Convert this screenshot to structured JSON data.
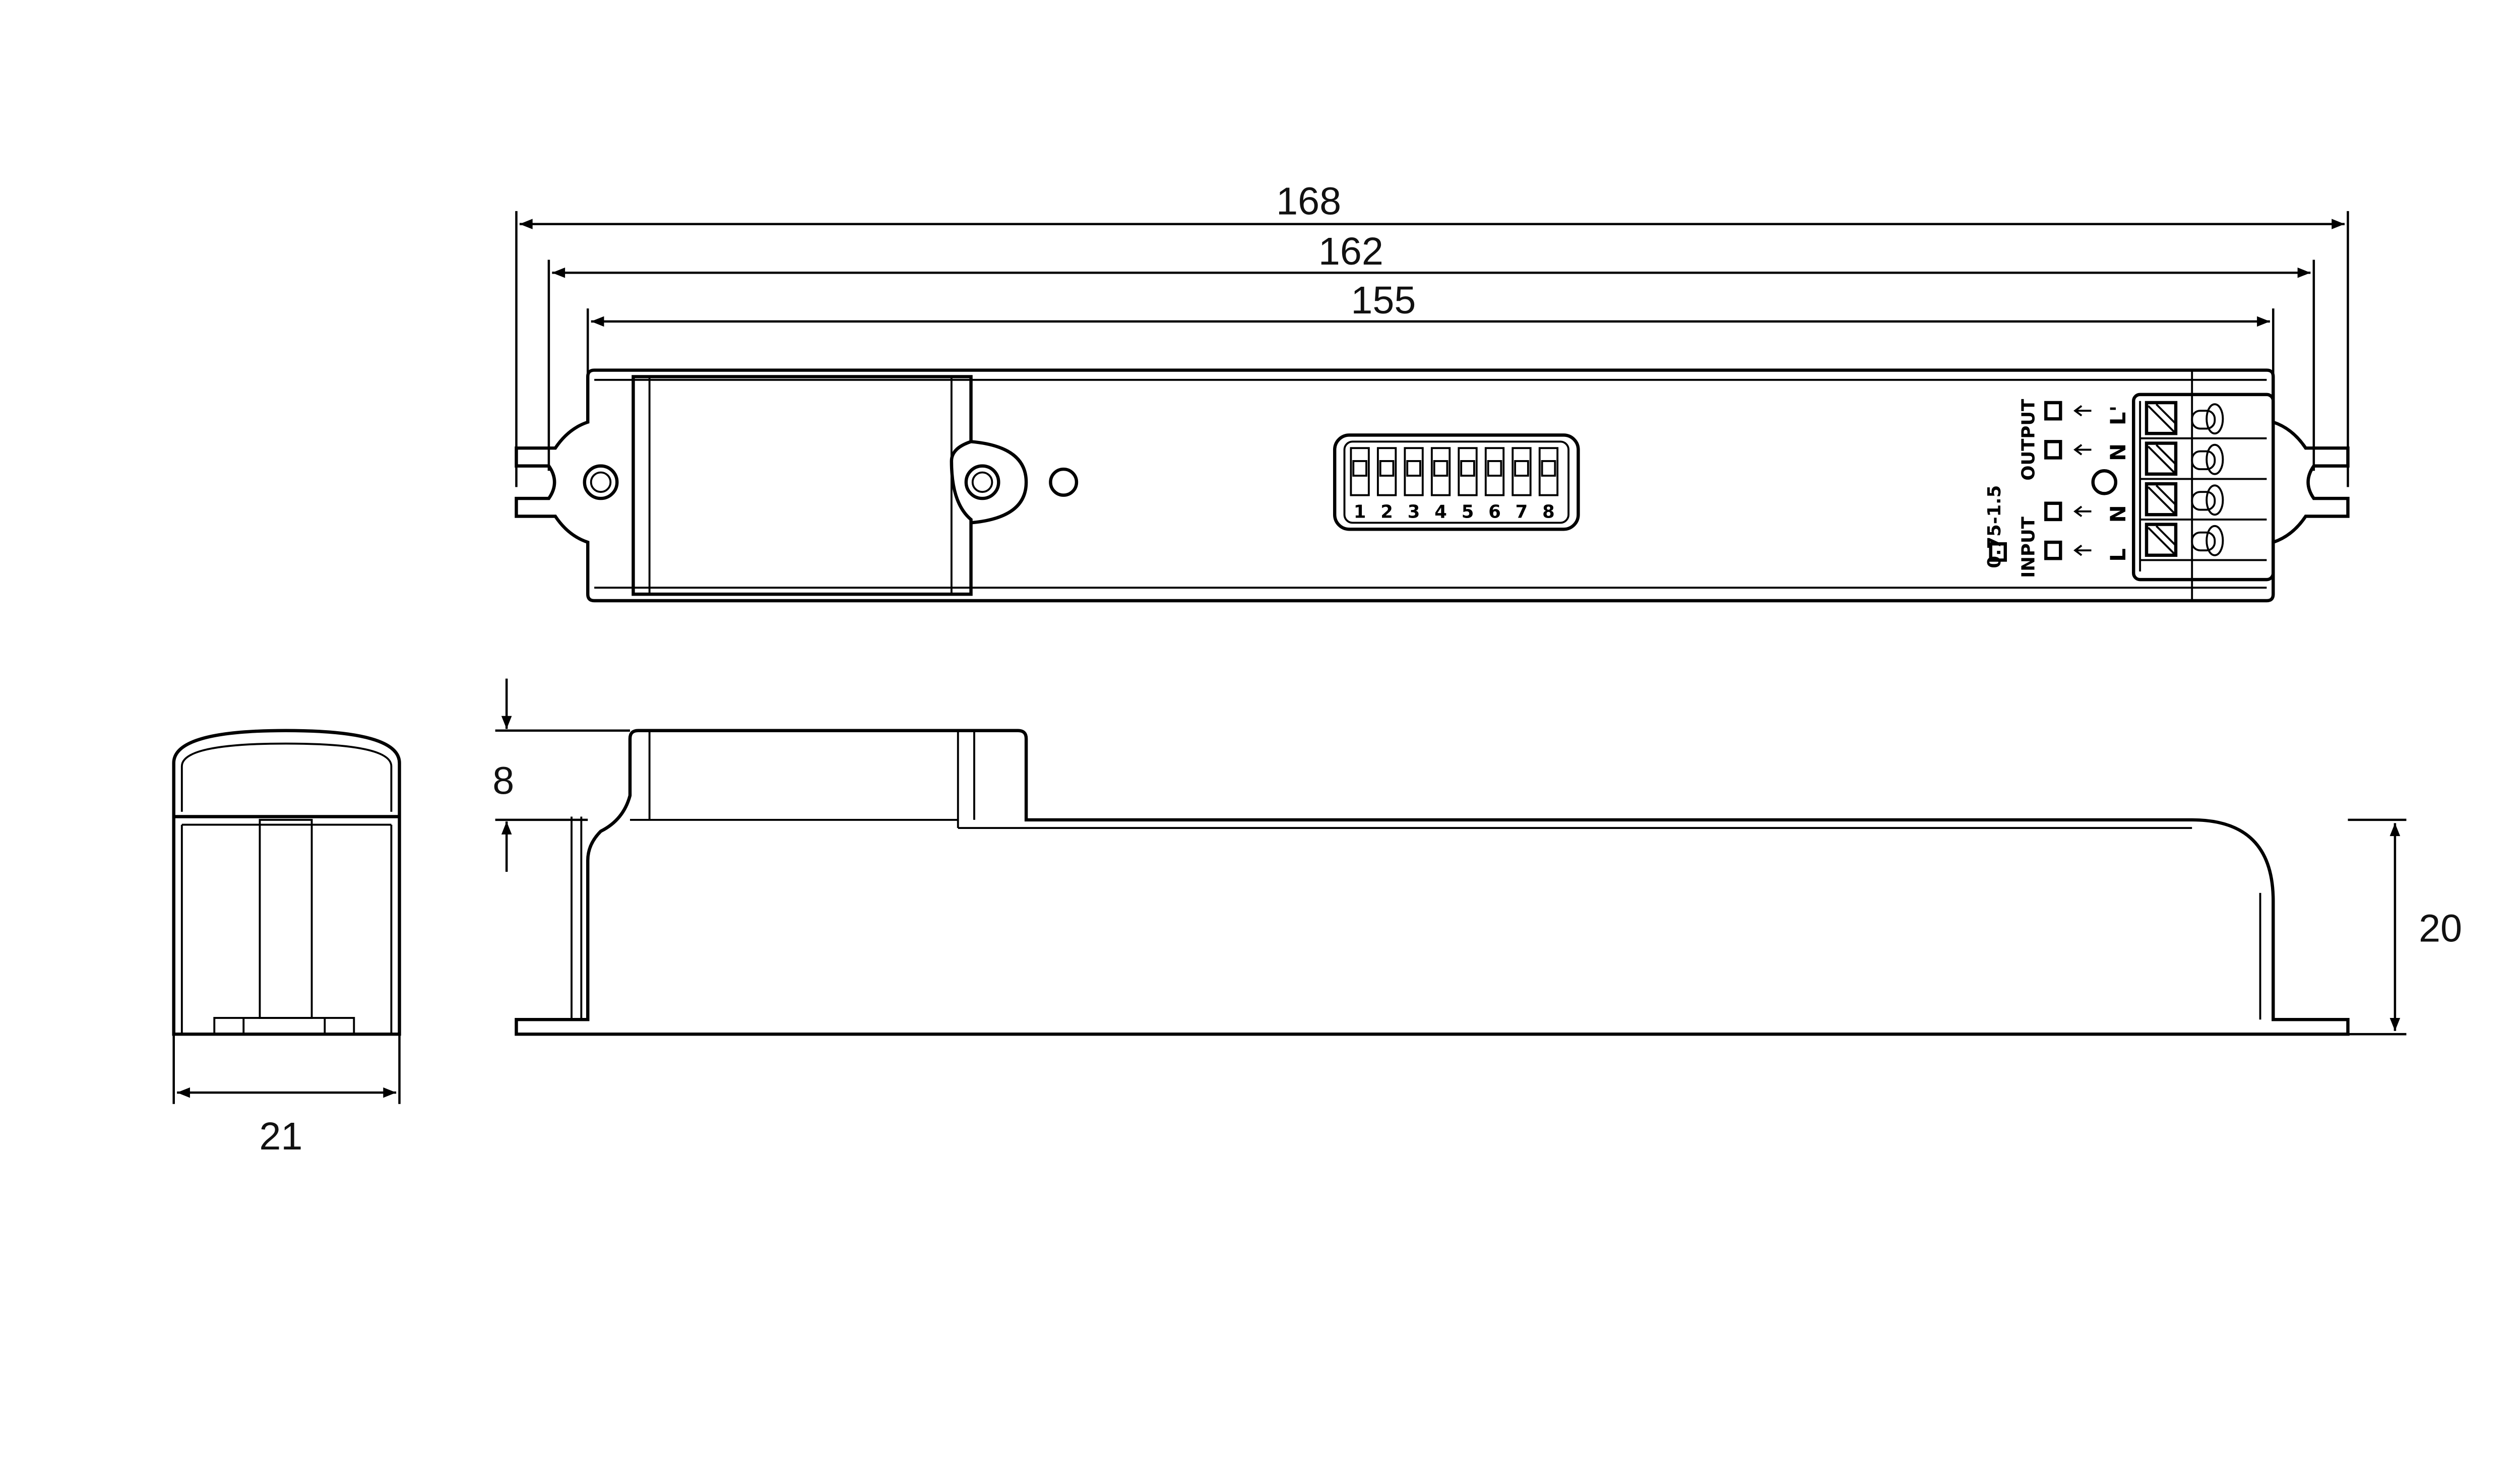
{
  "dimensions": {
    "overall_length": "168",
    "mounting_length": "162",
    "body_length": "155",
    "step_height": "8",
    "height": "20",
    "width": "21"
  },
  "terminal_block": {
    "wire_range": "0.75-1.5",
    "input_label": "INPUT",
    "output_label": "OUTPUT",
    "terminals": [
      "L'",
      "N",
      "N",
      "L"
    ]
  },
  "dip_switch": {
    "positions": [
      "1",
      "2",
      "3",
      "4",
      "5",
      "6",
      "7",
      "8"
    ]
  }
}
